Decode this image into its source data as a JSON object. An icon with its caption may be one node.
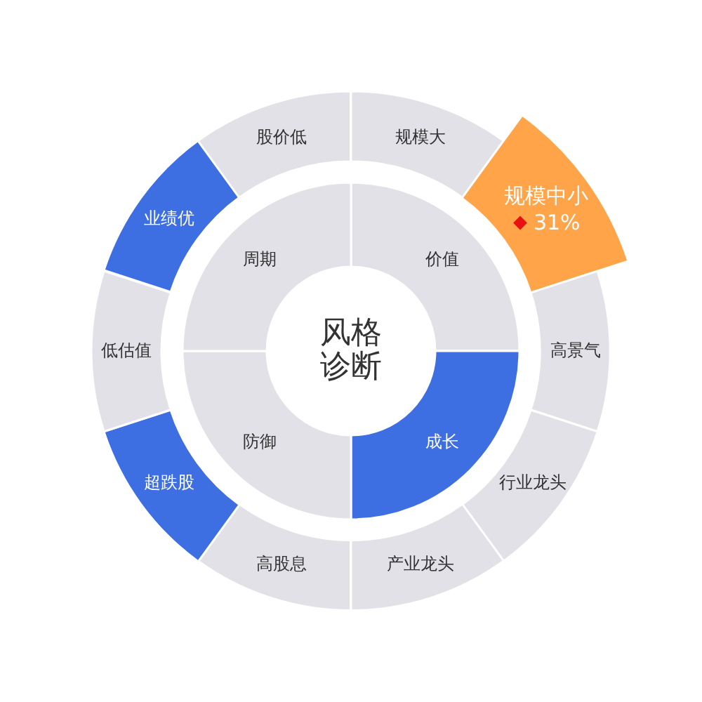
{
  "diagram": {
    "nodes": [
      {
        "text": [
          "风格诊断"
        ]
      },
      {
        "text": [
          "价值"
        ]
      },
      {
        "text": [
          "成长"
        ]
      },
      {
        "text": [
          "防御"
        ]
      },
      {
        "text": [
          "周期"
        ]
      },
      {
        "text": [
          "规模大"
        ]
      },
      {
        "text": [
          "规模中小",
          "31%"
        ]
      },
      {
        "text": [
          "高景气"
        ]
      },
      {
        "text": [
          "行业龙头"
        ]
      },
      {
        "text": [
          "产业龙头"
        ]
      },
      {
        "text": [
          "高股息"
        ]
      },
      {
        "text": [
          "超跌股"
        ]
      },
      {
        "text": [
          "低估值"
        ]
      },
      {
        "text": [
          "业绩优"
        ]
      },
      {
        "text": [
          "股价低"
        ]
      }
    ]
  }
}
